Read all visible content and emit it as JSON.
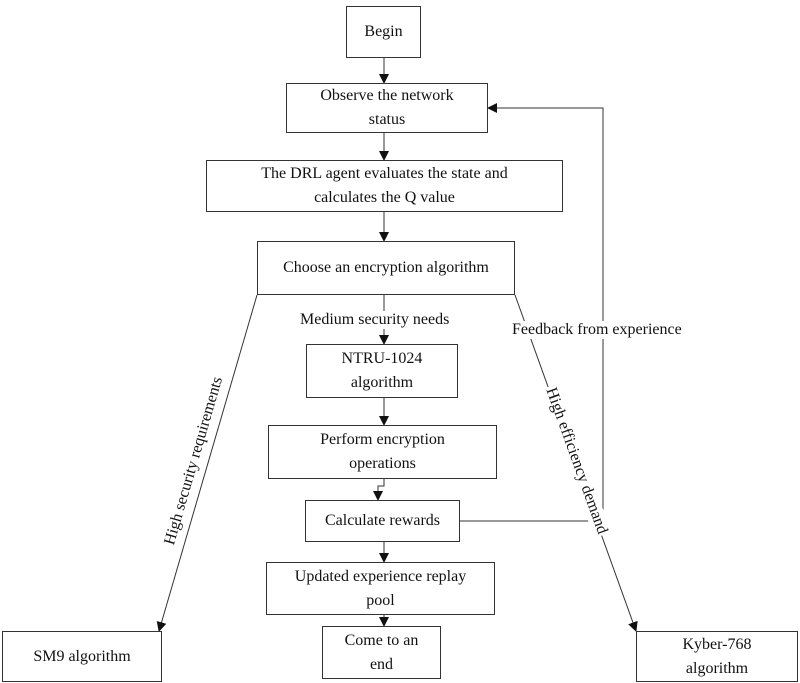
{
  "nodes": {
    "begin": "Begin",
    "observe": "Observe the network\nstatus",
    "drl": "The DRL agent evaluates the state and\ncalculates the Q value",
    "choose": "Choose an encryption algorithm",
    "ntru": "NTRU-1024\nalgorithm",
    "perform": "Perform encryption\noperations",
    "rewards": "Calculate rewards",
    "update": "Updated experience replay\npool",
    "end": "Come to an\nend",
    "sm9": "SM9 algorithm",
    "kyber": "Kyber-768\nalgorithm"
  },
  "edge_labels": {
    "medium": "Medium security needs",
    "feedback": "Feedback from experience",
    "high_security": "High security requirements",
    "high_efficiency": "High efficiency demand"
  }
}
